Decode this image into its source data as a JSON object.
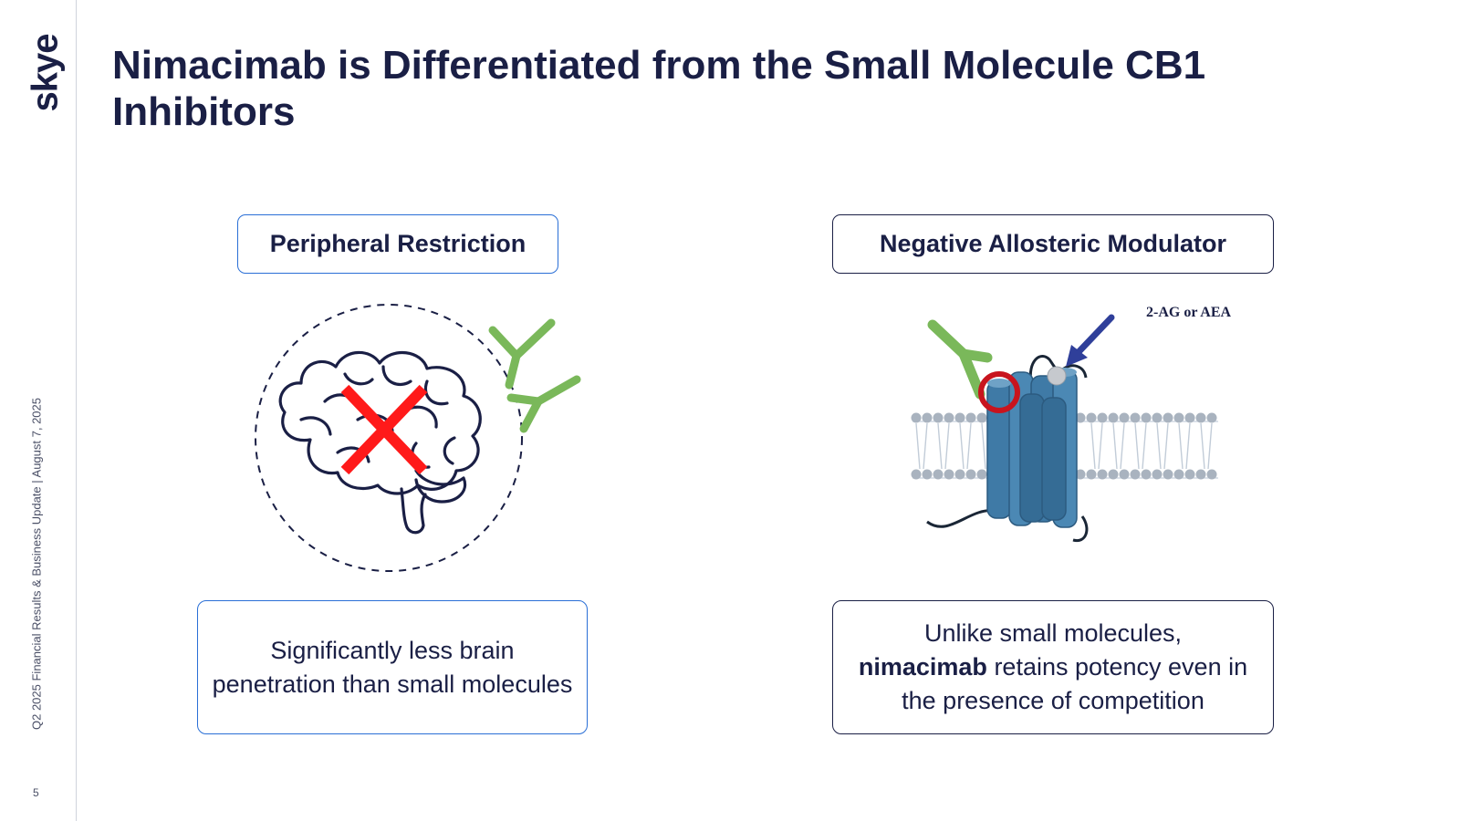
{
  "branding": {
    "logo_text": "skye"
  },
  "footer": {
    "text": "Q2 2025 Financial Results & Business Update | August 7, 2025",
    "page_number": "5"
  },
  "title": "Nimacimab is Differentiated from the Small Molecule CB1 Inhibitors",
  "left": {
    "label": "Peripheral Restriction",
    "description": "Significantly less brain penetration than small molecules"
  },
  "right": {
    "label": "Negative Allosteric Modulator",
    "diagram_label": "2-AG or AEA",
    "description_prefix": "Unlike small molecules,",
    "description_bold": "nimacimab",
    "description_suffix": "retains potency even in the presence of competition"
  },
  "colors": {
    "navy": "#1a1f45",
    "box_blue": "#2a6fd6",
    "antibody_green": "#7ab85a",
    "cross_red": "#ff1a1a",
    "receptor_blue": "#3f7aa6",
    "circle_red": "#c8141e",
    "arrow_blue": "#2f3f9a"
  },
  "icons": [
    "brain-icon",
    "antibody-icon",
    "cross-icon",
    "receptor-icon",
    "arrow-icon"
  ]
}
